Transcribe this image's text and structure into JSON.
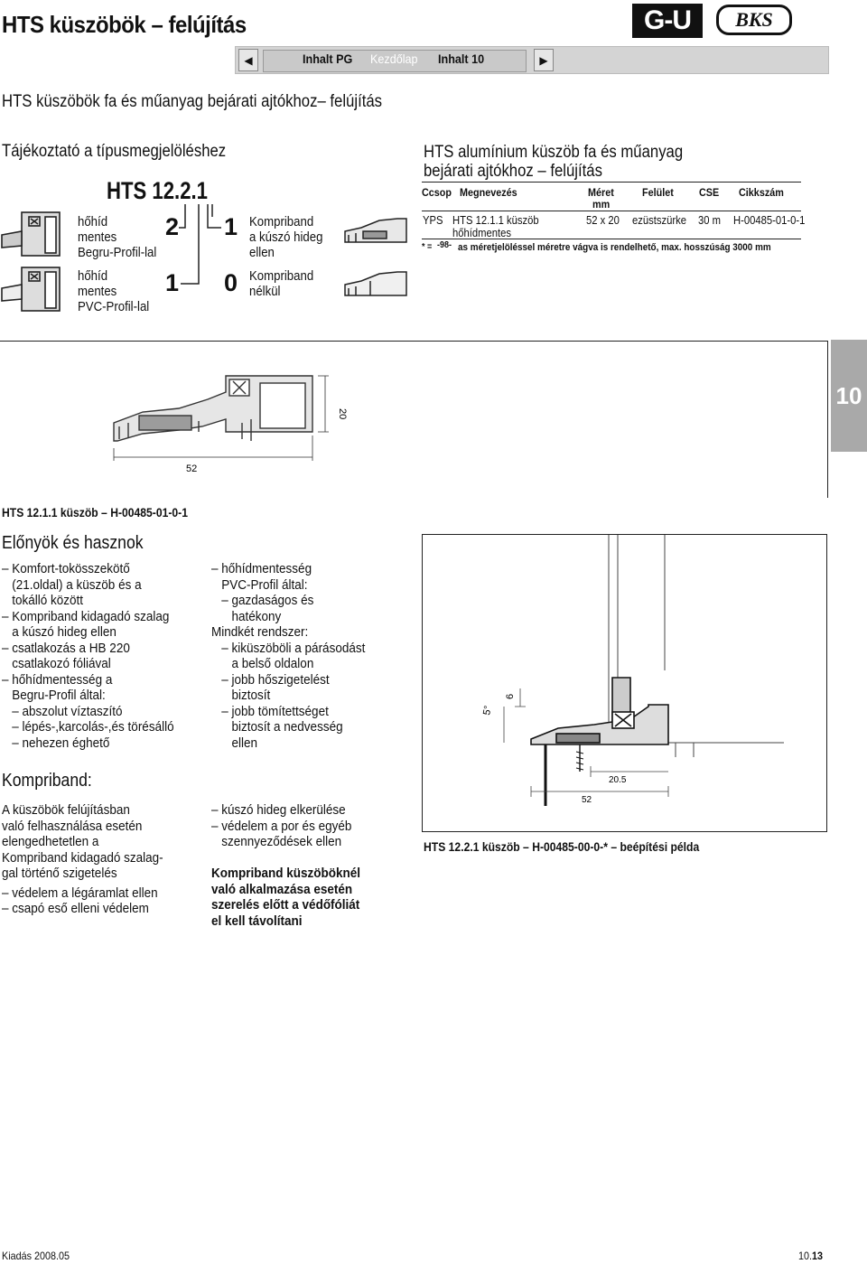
{
  "header": {
    "title": "HTS küszöbök – felújítás",
    "logo_gu": "G-U",
    "logo_bks": "BKS",
    "nav": {
      "prev_link": "Inhalt PG",
      "home_link": "Kezdőlap",
      "next_link": "Inhalt 10"
    }
  },
  "subtitle": "HTS küszöbök fa és műanyag bejárati ajtókhoz– felújítás",
  "type_guide": {
    "heading": "Tájékoztató a típusmegjelöléshez",
    "code": "HTS 12.2.1",
    "row1": {
      "left_label": [
        "hőhíd",
        "mentes",
        "Begru-Profil-lal"
      ],
      "digit_a": "2",
      "digit_b": "1",
      "right_label": [
        "Kompriband",
        "a kúszó hideg",
        "ellen"
      ]
    },
    "row2": {
      "left_label": [
        "hőhíd",
        "mentes",
        "PVC-Profil-lal"
      ],
      "digit_a": "1",
      "digit_b": "0",
      "right_label": [
        "Kompriband",
        "nélkül"
      ]
    }
  },
  "product": {
    "title_lines": [
      "HTS  alumínium küszöb fa és műanyag",
      "bejárati ajtókhoz – felújítás"
    ],
    "columns": [
      "Ccsop",
      "Megnevezés",
      "Méret",
      "mm",
      "Felület",
      "CSE",
      "Cikkszám"
    ],
    "row": {
      "group": "YPS",
      "name_1": "HTS 12.1.1  küszöb",
      "name_2": "hőhídmentes",
      "size": "52 x 20",
      "surface": "ezüstszürke",
      "cse": "30 m",
      "article": "H-00485-01-0-1"
    },
    "footnote_mark": "* =",
    "footnote_code": "-98-",
    "footnote": "as méretjelöléssel méretre vágva is rendelhető, max. hosszúság 3000 mm"
  },
  "profile_drawing": {
    "dim_width": "52",
    "dim_height": "20"
  },
  "section_tab": "10",
  "profile_caption": "HTS 12.1.1 küszöb  – H-00485-01-0-1",
  "benefits": {
    "heading": "Előnyök és hasznok",
    "left": [
      "– Komfort-tokösszekötő",
      "   (21.oldal) a küszöb és a",
      "   tokálló között",
      "– Kompriband kidagadó szalag",
      "   a kúszó hideg ellen",
      "– csatlakozás a HB 220",
      "   csatlakozó fóliával",
      "– hőhídmentesség a",
      "   Begru-Profil által:",
      "   – abszolut víztaszító",
      "   – lépés-,karcolás-,és törésálló",
      "   – nehezen éghető"
    ],
    "right": [
      "– hőhídmentesség",
      "   PVC-Profil által:",
      "   – gazdaságos és",
      "      hatékony",
      "Mindkét rendszer:",
      "   – kiküszöböli a párásodást",
      "      a belső oldalon",
      "   – jobb hőszigetelést",
      "      biztosít",
      "   – jobb tömítettséget",
      "      biztosít a nedvesség",
      "      ellen"
    ]
  },
  "kompriband": {
    "heading": "Kompriband:",
    "left": [
      "A küszöbök felújításban",
      "való felhasználása esetén",
      "elengedhetetlen a",
      "Kompriband kidagadó szalag-",
      "gal történő szigetelés",
      "– védelem a légáramlat ellen",
      "– csapó eső elleni védelem"
    ],
    "right": [
      "– kúszó hideg elkerülése",
      "– védelem a por és egyéb",
      "   szennyeződések ellen"
    ],
    "warning": [
      "Kompriband küszöböknél",
      "való alkalmazása esetén",
      "szerelés előtt a védőfóliát",
      "el kell távolítani"
    ]
  },
  "install_drawing": {
    "dim_a": "5°",
    "dim_b": "6",
    "dim_c": "20.5",
    "dim_d": "52"
  },
  "install_caption": "HTS 12.2.1 küszöb  – H-00485-00-0-*  – beépítési példa",
  "footer": {
    "edition": "Kiadás 2008.05",
    "page_prefix": "10.",
    "page_number": "13"
  }
}
